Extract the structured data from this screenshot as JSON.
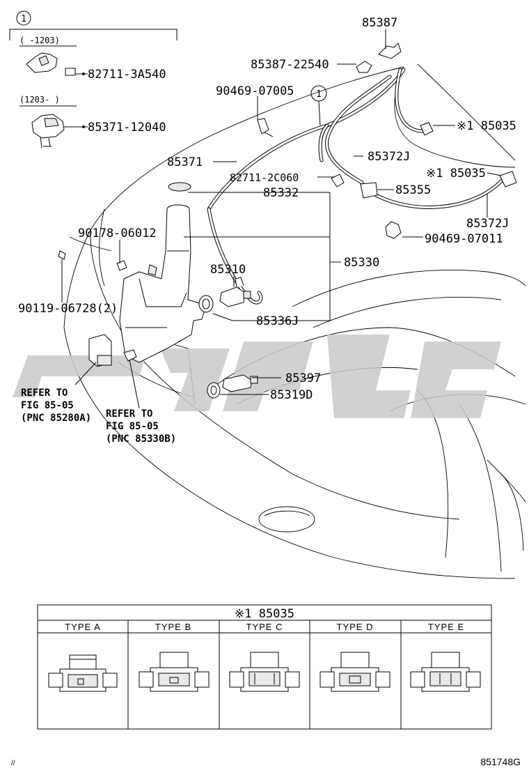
{
  "callout": {
    "number": "1"
  },
  "variants": [
    {
      "date_range": "(    -1203)",
      "part_number": "82711-3A540"
    },
    {
      "date_range": "(1203-     )",
      "part_number": "85371-12040"
    }
  ],
  "labels": {
    "p85387": "85387",
    "p85387_22540": "85387-22540",
    "p90469_07005": "90469-07005",
    "p85035_a": "※1 85035",
    "p85372J_a": "85372J",
    "p85371": "85371",
    "p82711_2C060": "82711-2C060",
    "p85035_b": "※1 85035",
    "p85332": "85332",
    "p85355": "85355",
    "p85372J_b": "85372J",
    "p90178_06012": "90178-06012",
    "p90469_07011": "90469-07011",
    "p85310": "85310",
    "p85330": "85330",
    "p90119_06728": "90119-06728(2)",
    "p85336J": "85336J",
    "p85397": "85397",
    "p85319D": "85319D"
  },
  "refer_1": {
    "line1": "REFER TO",
    "line2": "FIG 85-05",
    "line3": "(PNC 85280A)"
  },
  "refer_2": {
    "line1": "REFER TO",
    "line2": "FIG 85-05",
    "line3": "(PNC 85330B)"
  },
  "type_table": {
    "title": "※1 85035",
    "types": [
      "TYPE A",
      "TYPE B",
      "TYPE C",
      "TYPE D",
      "TYPE E"
    ]
  },
  "footer": {
    "left_mark": "//",
    "figure_code": "851748G"
  }
}
